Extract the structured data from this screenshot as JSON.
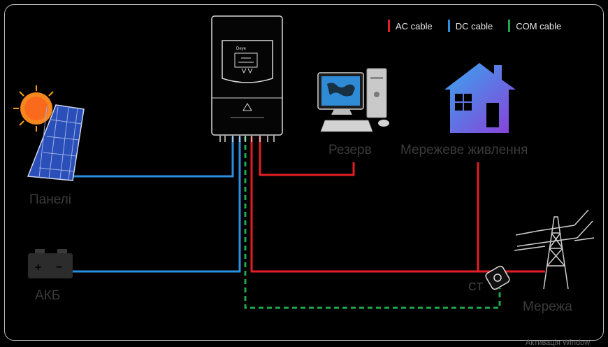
{
  "legend": {
    "ac": {
      "label": "AC cable",
      "color": "#e31e24"
    },
    "dc": {
      "label": "DC cable",
      "color": "#2b8fe0"
    },
    "com": {
      "label": "COM cable",
      "color": "#1fa84a"
    }
  },
  "labels": {
    "panels": "Панелі",
    "battery": "АКБ",
    "backup": "Резерв",
    "household": "Мережеве живлення",
    "grid": "Мережа",
    "ct": "CT"
  },
  "inverter": {
    "brand": "Deye"
  },
  "battery_terminals": {
    "plus": "+",
    "minus": "−"
  },
  "watermark": "Активація Window",
  "icons": [
    "solar-panel-icon",
    "sun-icon",
    "inverter-icon",
    "computer-icon",
    "house-icon",
    "battery-icon",
    "pylon-icon",
    "ct-clamp-icon"
  ]
}
